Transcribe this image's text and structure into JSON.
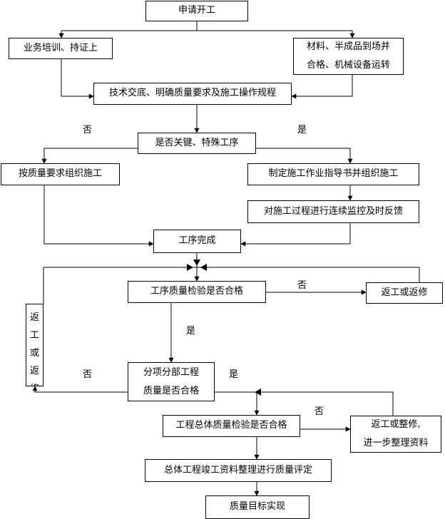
{
  "nodes": {
    "apply": "申请开工",
    "training": "业务培训、持证上",
    "materials_1": "材料、半成品到场并",
    "materials_2": "合格、机械设备运转",
    "briefing": "技术交底、明确质量要求及施工操作规程",
    "key_process": "是否关键、特殊工序",
    "normal_build": "按质量要求组织施工",
    "guide_build": "制定施工作业指导书并组织施工",
    "monitor": "对施工过程进行连续监控及时反馈",
    "done": "工序完成",
    "inspect": "工序质量检验是否合格",
    "rework_1": "返工或返修",
    "rework_side": [
      "返",
      "工",
      "或",
      "返",
      "修"
    ],
    "sub_1": "分项分部工程",
    "sub_2": "质量是否合格",
    "overall": "工程总体质量检验是否合格",
    "rework_2a": "返工或整修,",
    "rework_2b": "进一步整理资料",
    "eval": "总体工程竣工资料整理进行质量评定",
    "goal": "质量目标实现"
  },
  "labels": {
    "no_key": "否",
    "yes_key": "是",
    "no_inspect": "否",
    "yes_inspect": "是",
    "no_sub": "否",
    "yes_sub": "是",
    "no_overall": "否"
  }
}
